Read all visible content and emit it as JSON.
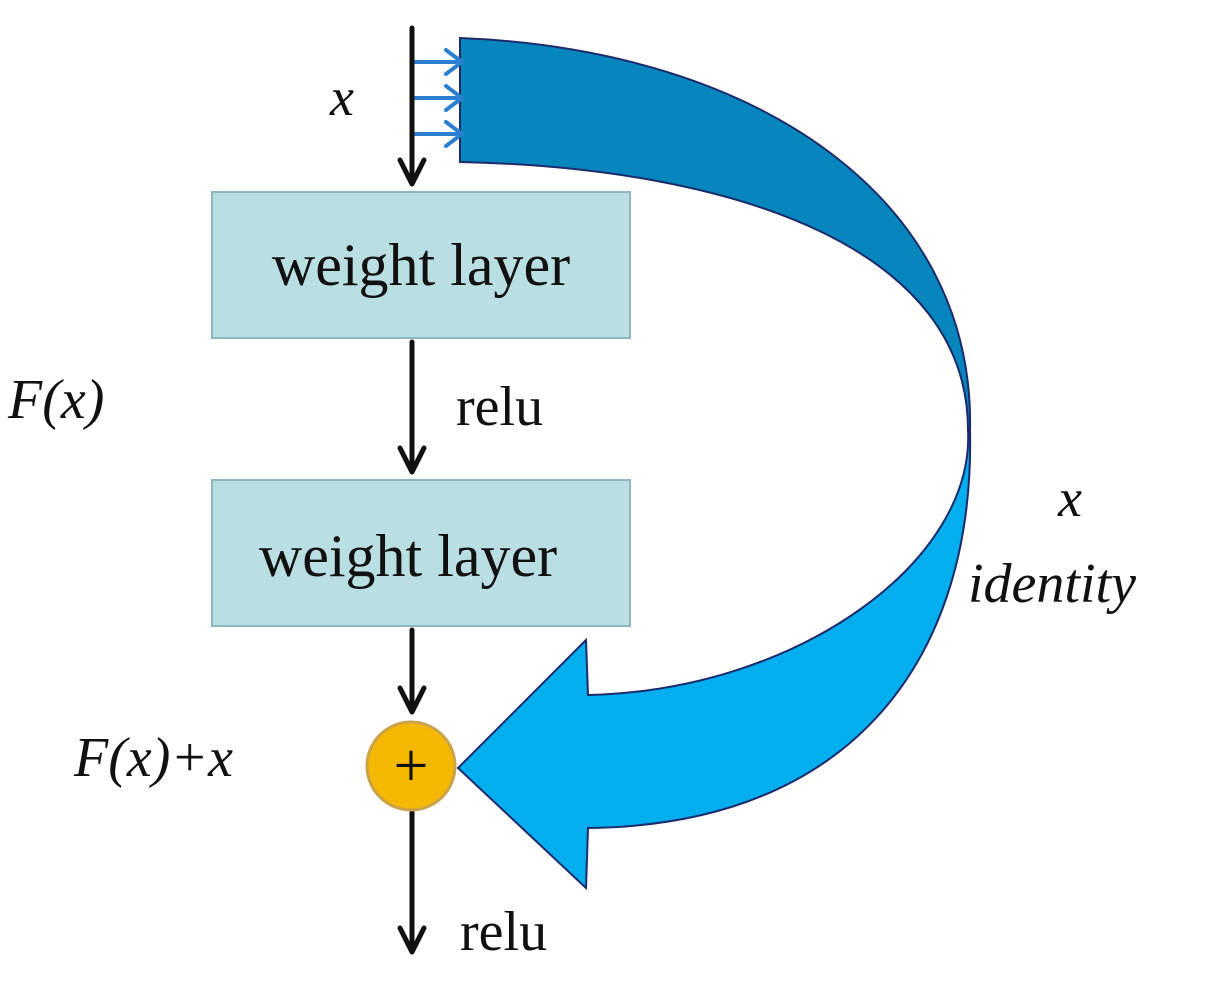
{
  "labels": {
    "input": "x",
    "layer1": "weight layer",
    "layer2": "weight layer",
    "residual": "F(x)",
    "relu1": "relu",
    "sum": "F(x)+x",
    "plus": "+",
    "relu2": "relu",
    "shortcut_x": "x",
    "shortcut_identity": "identity"
  },
  "colors": {
    "layer_fill": "#b9dfe3",
    "layer_stroke": "#8fb7bd",
    "shortcut_dark": "#0786bd",
    "shortcut_light": "#02aeed",
    "shortcut_outline": "#1b2a6b",
    "sum_fill": "#f5b800",
    "sum_stroke": "#c9a24a",
    "small_arrow": "#2b7fd0",
    "line": "#111111"
  },
  "icons": {
    "sum_node": "plus-circle-icon",
    "flow_arrow": "arrow-down-icon"
  }
}
